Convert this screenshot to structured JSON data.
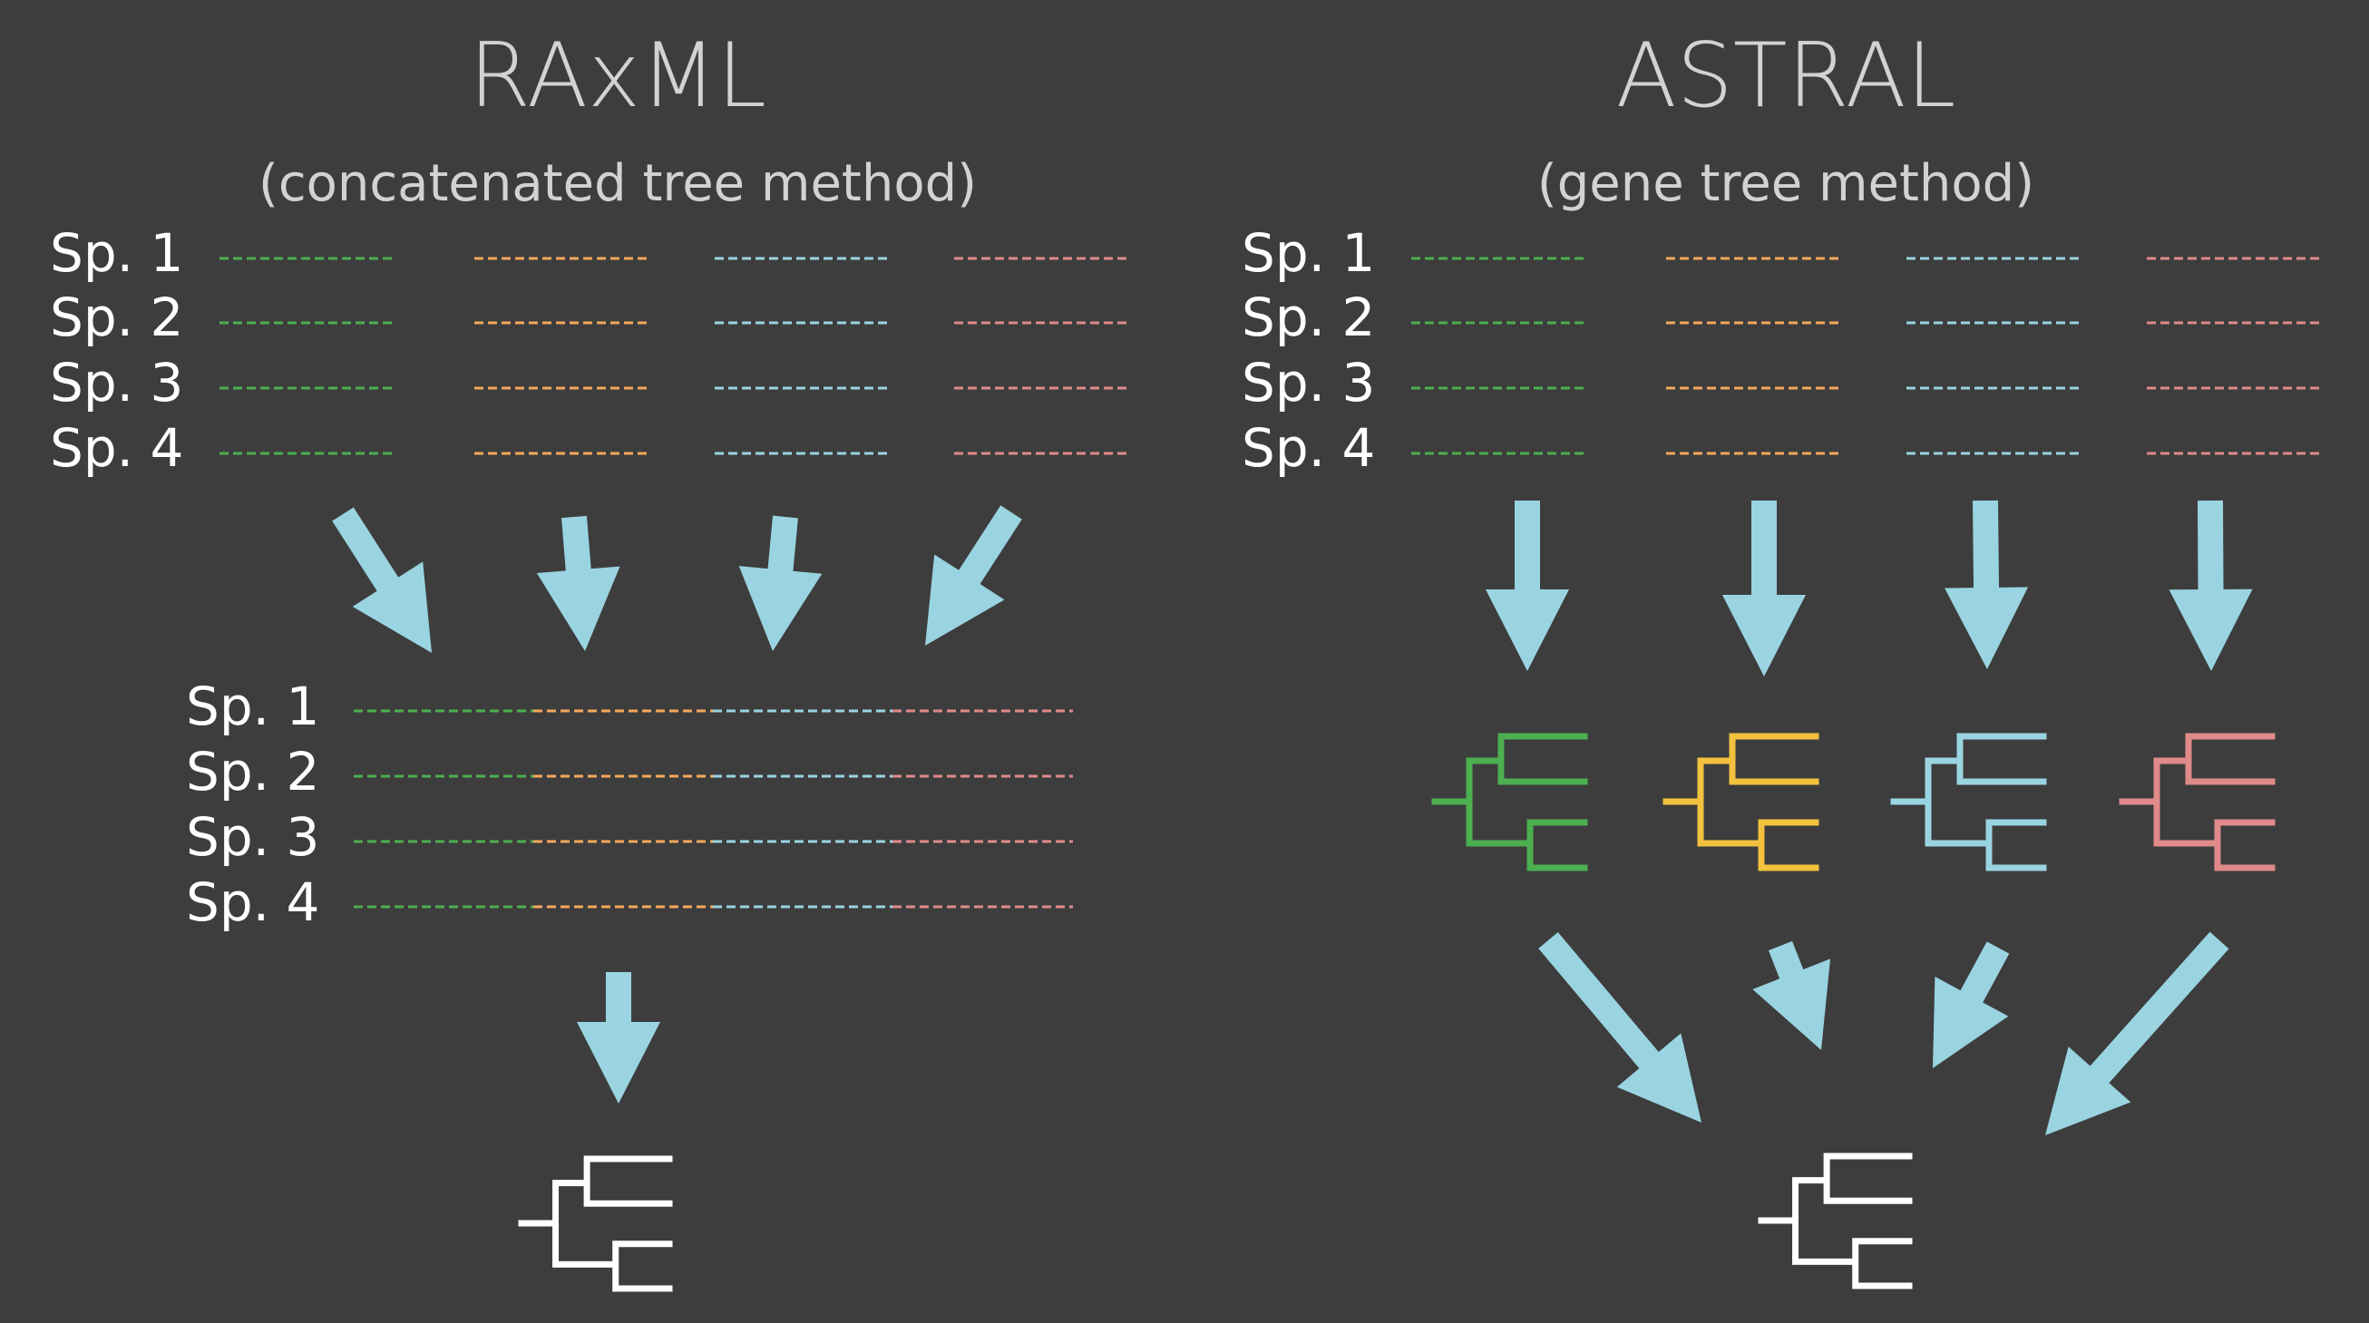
{
  "colors": {
    "background": "#3d3d3d",
    "arrow": "#9ad4e1",
    "gene1": "#4caf50",
    "gene2": "#f5a85c",
    "gene2_tree": "#f2c23e",
    "gene3": "#9ad4e1",
    "gene4": "#e08a8a",
    "final_tree": "#ffffff"
  },
  "left": {
    "title": "RAxML",
    "subtitle": "(concatenated tree method)",
    "species": [
      "Sp. 1",
      "Sp. 2",
      "Sp. 3",
      "Sp. 4"
    ],
    "concat_species": [
      "Sp. 1",
      "Sp. 2",
      "Sp. 3",
      "Sp. 4"
    ]
  },
  "right": {
    "title": "ASTRAL",
    "subtitle": "(gene tree method)",
    "species": [
      "Sp. 1",
      "Sp. 2",
      "Sp. 3",
      "Sp. 4"
    ]
  }
}
